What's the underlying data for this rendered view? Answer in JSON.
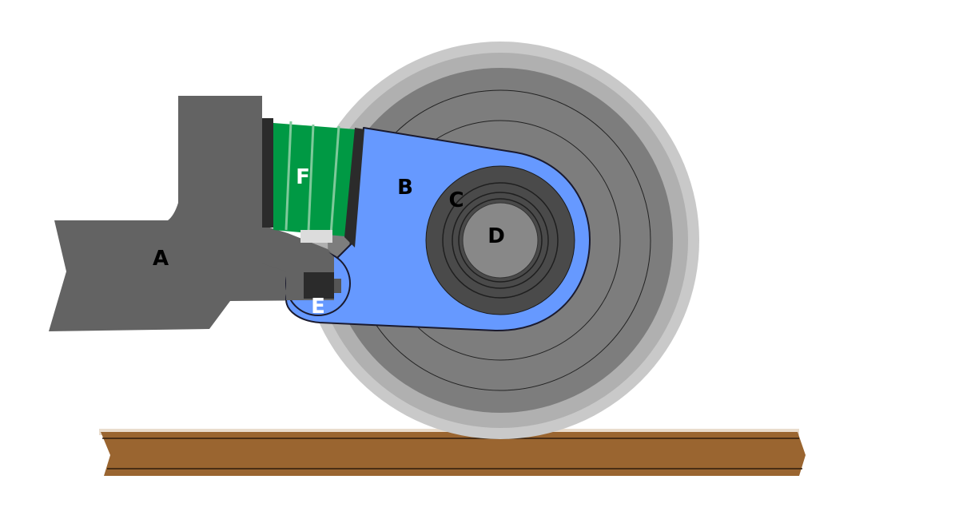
{
  "labels": {
    "a": "A",
    "b": "B",
    "c": "C",
    "d": "D",
    "e": "E",
    "f": "F"
  },
  "colors": {
    "frame": "#636363",
    "arm": "#6699ff",
    "spring": "#009944",
    "wheel_outer": "#c9c9c9",
    "wheel_mid": "#b0b0b0",
    "wheel_body": "#7d7d7d",
    "bearing_outer": "#4a4a4a",
    "axle": "#888888",
    "rail": "#9a6530",
    "dark": "#2b2b2b"
  }
}
